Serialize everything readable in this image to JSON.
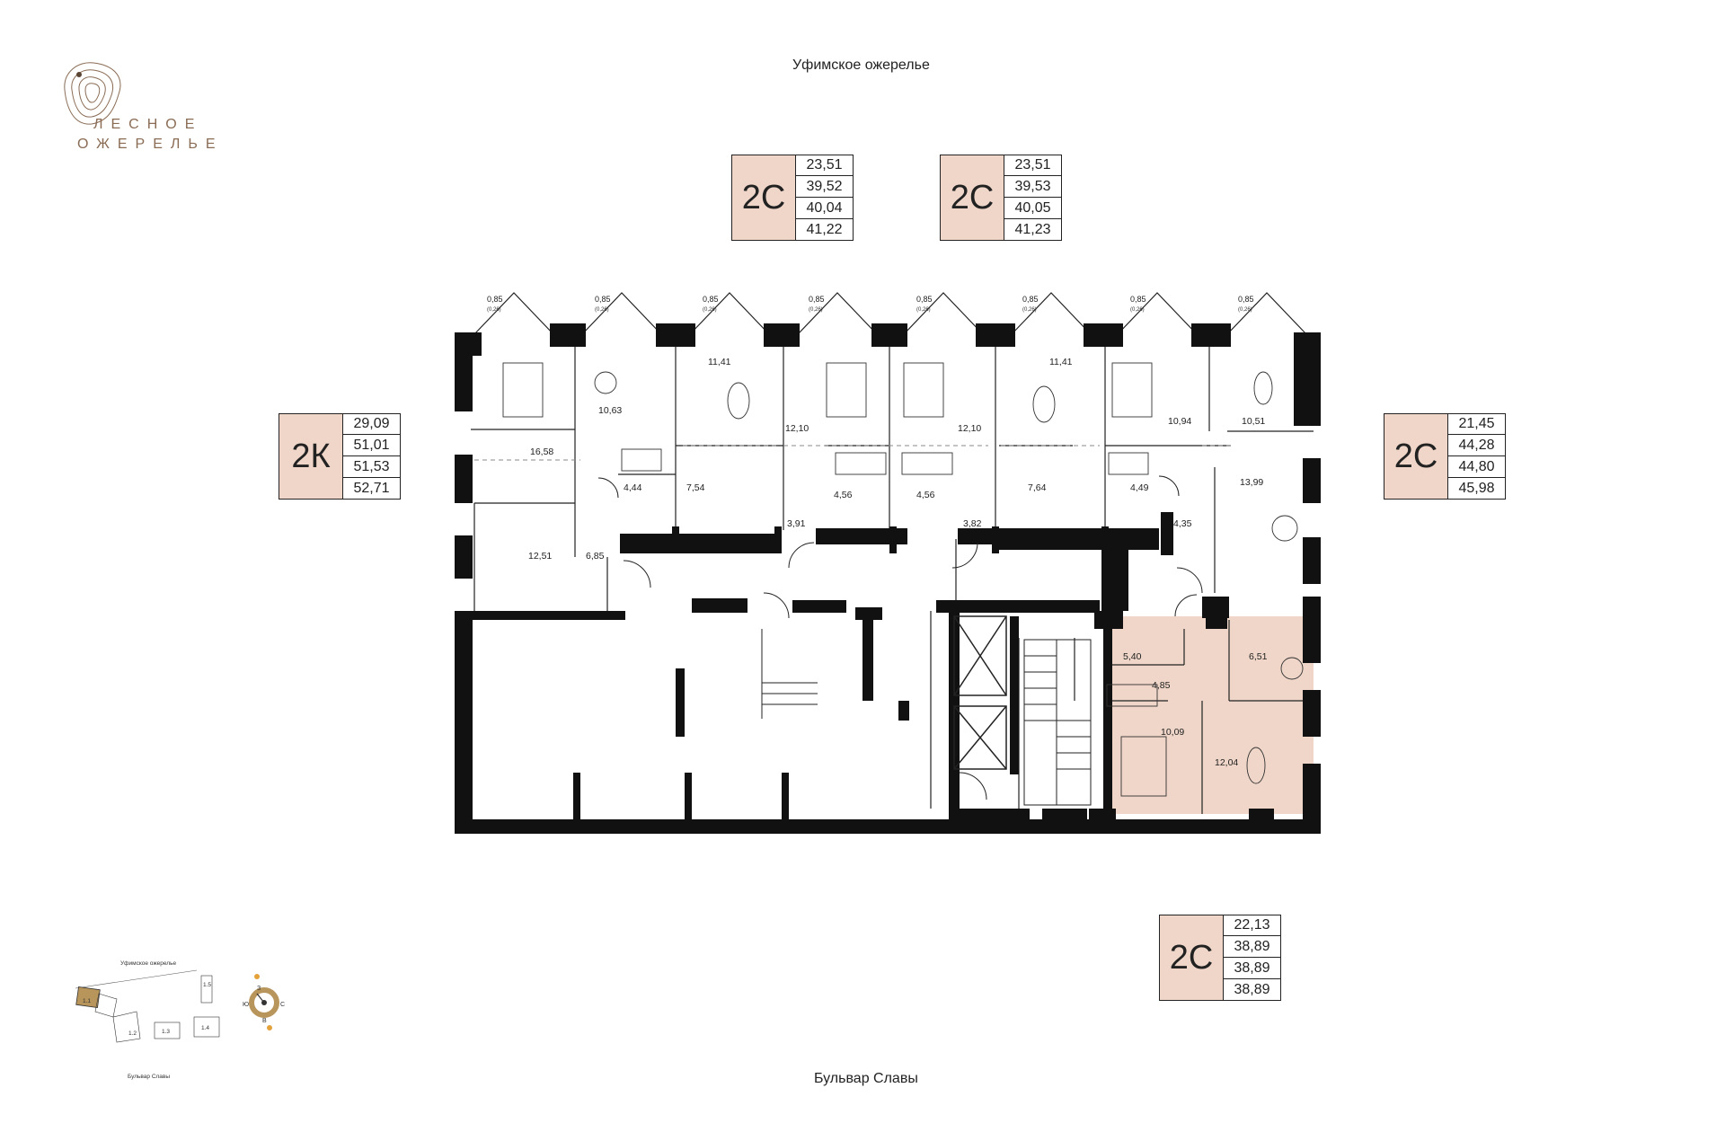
{
  "brand": {
    "line1": "ЛЕСНОЕ",
    "line2": "ОЖЕРЕЛЬЕ",
    "accent": "#8a6c55"
  },
  "streets": {
    "top": "Уфимское ожерелье",
    "bottom": "Бульвар Славы"
  },
  "highlight_color": "#efd6c8",
  "badges": [
    {
      "id": "top-left",
      "type": "2С",
      "values": [
        "23,51",
        "39,52",
        "40,04",
        "41,22"
      ]
    },
    {
      "id": "top-right",
      "type": "2С",
      "values": [
        "23,51",
        "39,53",
        "40,05",
        "41,23"
      ]
    },
    {
      "id": "left",
      "type": "2К",
      "values": [
        "29,09",
        "51,01",
        "51,53",
        "52,71"
      ]
    },
    {
      "id": "right",
      "type": "2С",
      "values": [
        "21,45",
        "44,28",
        "44,80",
        "45,98"
      ]
    },
    {
      "id": "bottom",
      "type": "2С",
      "values": [
        "22,13",
        "38,89",
        "38,89",
        "38,89"
      ]
    }
  ],
  "balcony": {
    "area": "0,85",
    "sub": "(0,26)"
  },
  "rooms": {
    "r1658": "16,58",
    "r1251": "12,51",
    "r685": "6,85",
    "r1063": "10,63",
    "r444": "4,44",
    "r1141a": "11,41",
    "r754": "7,54",
    "r1210a": "12,10",
    "r391": "3,91",
    "r456a": "4,56",
    "r456b": "4,56",
    "r1210b": "12,10",
    "r382": "3,82",
    "r1141b": "11,41",
    "r764": "7,64",
    "r1094": "10,94",
    "r449": "4,49",
    "r435": "4,35",
    "r1051": "10,51",
    "r1399": "13,99",
    "r540": "5,40",
    "r485": "4,85",
    "r651": "6,51",
    "r1009": "10,09",
    "r1204": "12,04"
  },
  "minimap": {
    "street_top": "Уфимское ожерелье",
    "street_bottom": "Бульвар Славы",
    "sections": [
      "1.1",
      "1.2",
      "1.3",
      "1.4",
      "1.5"
    ],
    "compass": [
      "З",
      "С",
      "Ю",
      "В"
    ],
    "accent": "#b8955a"
  }
}
